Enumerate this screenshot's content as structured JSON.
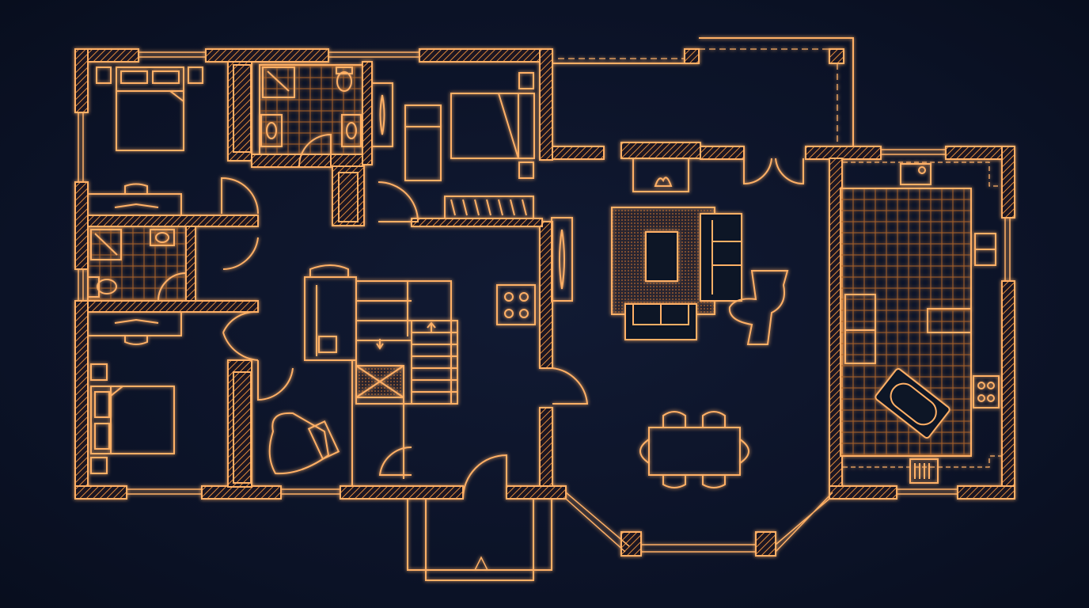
{
  "diagram": {
    "type": "floor-plan",
    "colors": {
      "background": "#0c1428",
      "line": "#ffb066",
      "glow": "#ff7a1a"
    },
    "rooms": [
      "bedroom",
      "bathroom",
      "bedroom",
      "bathroom",
      "bedroom",
      "hallway",
      "stairs",
      "living-room",
      "dining-area",
      "kitchen",
      "porch",
      "entrance"
    ]
  }
}
